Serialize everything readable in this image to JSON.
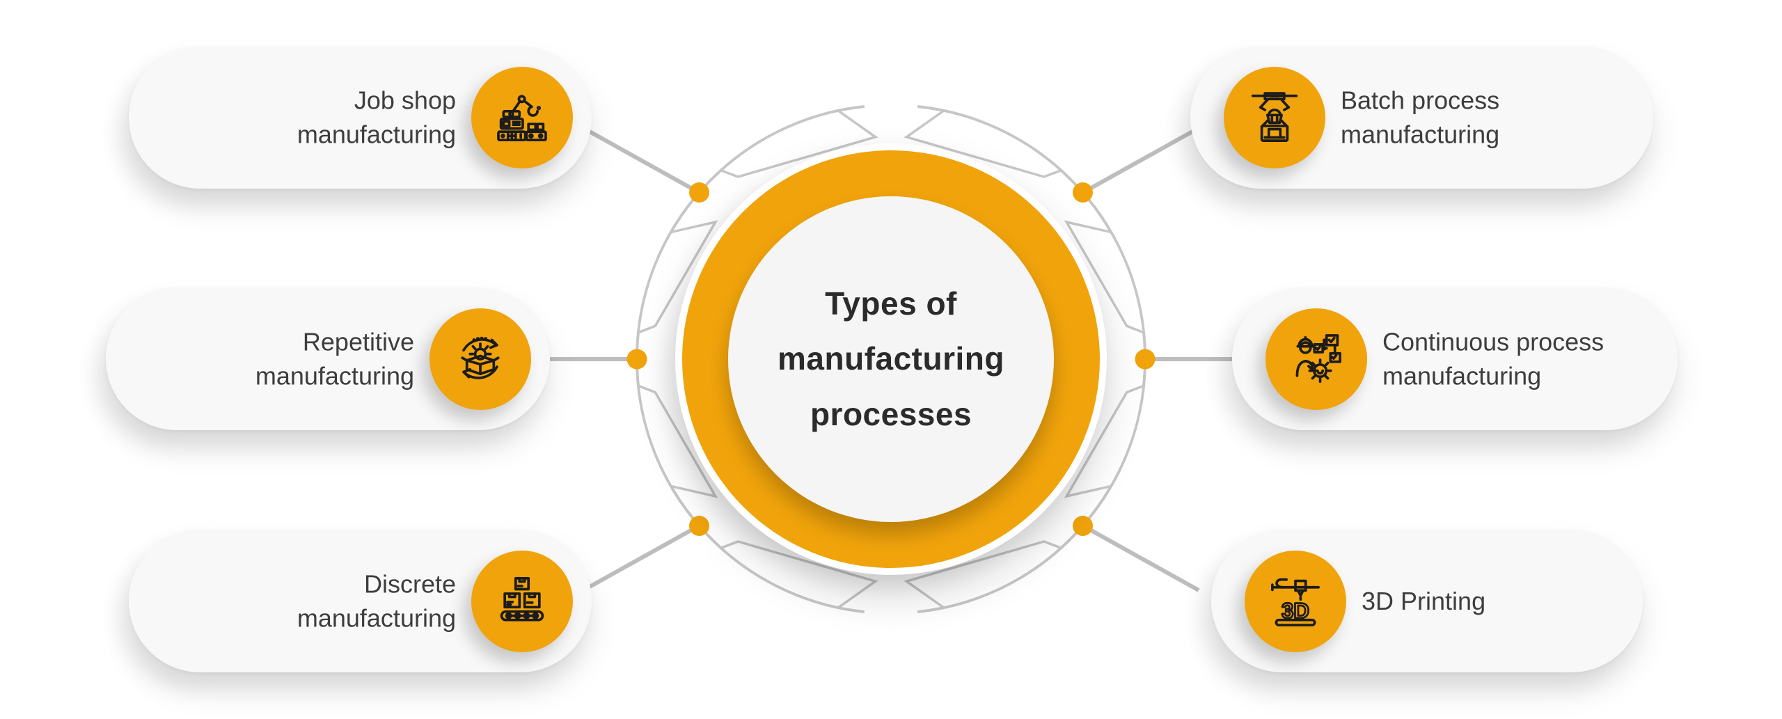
{
  "title": {
    "text": "Types of manufacturing processes",
    "lines": [
      "Types of",
      "manufacturing",
      "processes"
    ]
  },
  "items": [
    {
      "label": "Job shop manufacturing",
      "side": "left",
      "icon": "robot-arm-icon"
    },
    {
      "label": "Repetitive manufacturing",
      "side": "left",
      "icon": "repeat-cycle-box-icon"
    },
    {
      "label": "Discrete manufacturing",
      "side": "left",
      "icon": "conveyor-boxes-icon"
    },
    {
      "label": "Batch process manufacturing",
      "side": "right",
      "icon": "robotic-gripper-box-icon"
    },
    {
      "label": "Continuous process manufacturing",
      "side": "right",
      "icon": "worker-gear-flowchart-icon"
    },
    {
      "label": "3D Printing",
      "side": "right",
      "icon": "printer-3d-icon"
    }
  ],
  "colors": {
    "accent": "#F0A30B",
    "connector_line": "#BDBDBD",
    "decorative_arc": "#C6C6C6",
    "label_text": "#3D3D3D",
    "title_text": "#2B2B2B",
    "pill_bg": "#F8F8F8",
    "inner_circle_bg": "#F5F5F5",
    "icon_stroke": "#1B1B1B"
  }
}
